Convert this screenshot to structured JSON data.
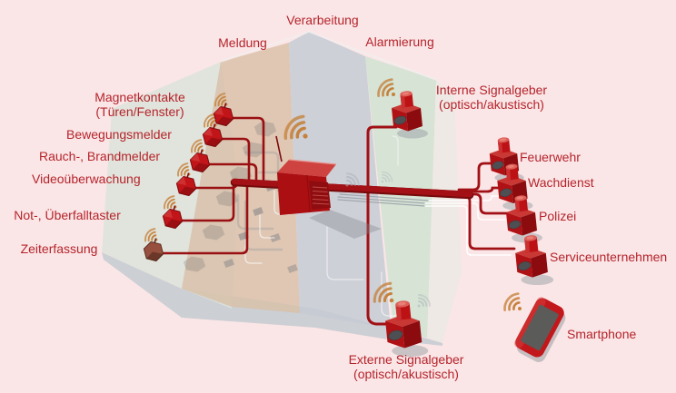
{
  "diagram": {
    "type": "alarm-system-overview",
    "phases": [
      {
        "label": "Meldung"
      },
      {
        "label": "Verarbeitung"
      },
      {
        "label": "Alarmierung"
      }
    ],
    "sensors": [
      {
        "lines": [
          "Magnetkontakte",
          "(Türen/Fenster)"
        ]
      },
      {
        "lines": [
          "Bewegungsmelder"
        ]
      },
      {
        "lines": [
          "Rauch-, Brandmelder"
        ]
      },
      {
        "lines": [
          "Videoüberwachung"
        ]
      },
      {
        "lines": [
          "Not-, Überfalltaster"
        ]
      },
      {
        "lines": [
          "Zeiterfassung"
        ]
      }
    ],
    "outputs": [
      {
        "lines": [
          "Interne Signalgeber",
          "(optisch/akustisch)"
        ]
      },
      {
        "lines": [
          "Feuerwehr"
        ]
      },
      {
        "lines": [
          "Wachdienst"
        ]
      },
      {
        "lines": [
          "Polizei"
        ]
      },
      {
        "lines": [
          "Serviceunternehmen"
        ]
      },
      {
        "lines": [
          "Smartphone"
        ]
      },
      {
        "lines": [
          "Externe Signalgeber",
          "(optisch/akustisch)"
        ]
      }
    ],
    "icons": {
      "wireless": "wifi-arcs",
      "sensor": "red-hexagon",
      "siren": "red-box-with-beacon",
      "control_panel": "red-box-with-keypad",
      "smartphone": "red-rounded-phone"
    },
    "colors": {
      "background": "#fbe6e7",
      "label_text": "#b5242b",
      "wire_red": "#9c0f13",
      "device_red": "#c2151a",
      "wifi_orange": "#c5823c",
      "wall_tan": "#d8bfa8",
      "wall_gray": "#c5cbd4",
      "wall_green": "#cfe2d1"
    }
  }
}
